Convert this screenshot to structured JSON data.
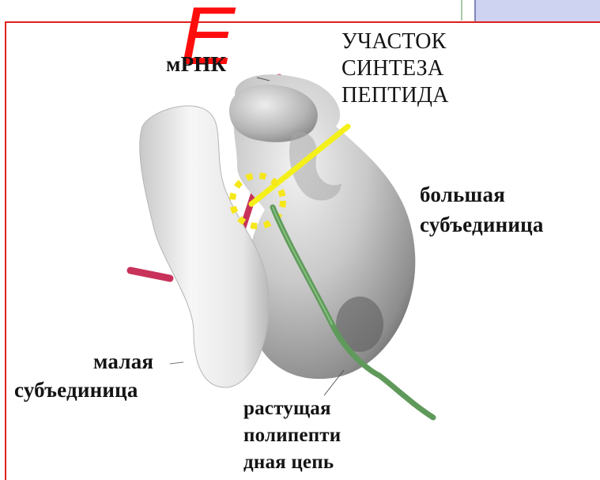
{
  "slide": {
    "corner_letter": "Е",
    "labels": {
      "peptide_site": [
        "УЧАСТОК",
        "СИНТЕЗА",
        "ПЕПТИДА"
      ],
      "mrna": "мРНК",
      "large_subunit": [
        "большая",
        "субъединица"
      ],
      "small_subunit": [
        "малая",
        "субъединица"
      ],
      "growing_chain": [
        "растущая",
        "полипепти",
        "дная цепь"
      ]
    }
  },
  "colors": {
    "frame": "#e0201c",
    "corner_letter": "#ff0d0d",
    "mrna": "#c8325a",
    "peptide_pointer": "#f4f019",
    "peptide_chain": "#5f9a5a",
    "site_dots": "#f5e71a",
    "corner_box": "#cfd3f2"
  },
  "icons": {
    "small_subunit": "ribosome-small-subunit-shape",
    "large_subunit": "ribosome-large-subunit-shape"
  }
}
